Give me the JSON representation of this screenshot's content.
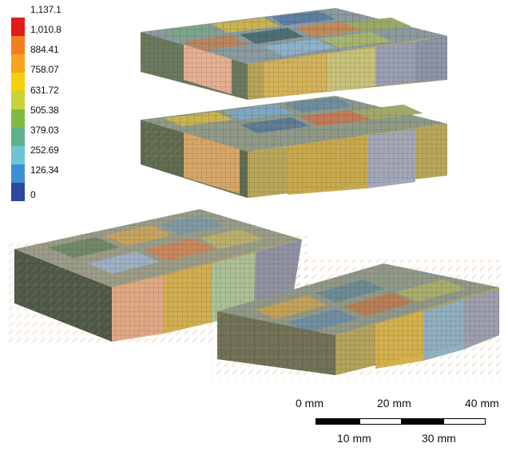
{
  "legend": {
    "labels": [
      "1,137.1",
      "1,010.8",
      "884.41",
      "758.07",
      "631.72",
      "505.38",
      "379.03",
      "252.69",
      "126.34",
      "0"
    ],
    "colors": [
      "#e31a1c",
      "#f47d20",
      "#f9a21b",
      "#f5d10a",
      "#c8d43a",
      "#7fba3f",
      "#5fb38a",
      "#6cc4d6",
      "#3d8fd4",
      "#2a4aa0"
    ]
  },
  "scale_bar": {
    "top_labels": [
      "0 mm",
      "20 mm",
      "40 mm"
    ],
    "bottom_labels": [
      "10 mm",
      "30 mm"
    ]
  }
}
